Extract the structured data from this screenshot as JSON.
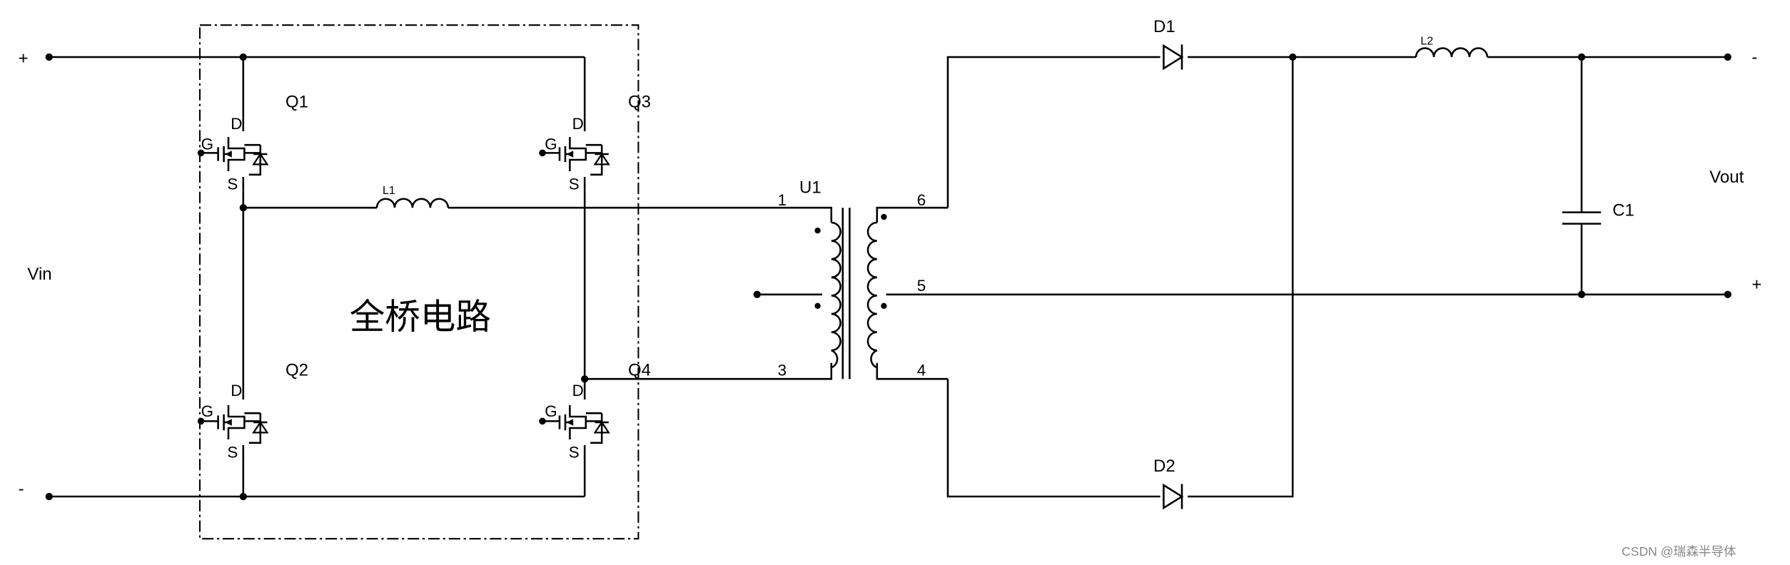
{
  "diagram_title": "全桥电路",
  "input": {
    "label": "Vin",
    "plus": "+",
    "minus": "-"
  },
  "output": {
    "label": "Vout",
    "top": "-",
    "bottom": "+"
  },
  "switches": [
    {
      "ref": "Q1",
      "d": "D",
      "g": "G",
      "s": "S"
    },
    {
      "ref": "Q2",
      "d": "D",
      "g": "G",
      "s": "S"
    },
    {
      "ref": "Q3",
      "d": "D",
      "g": "G",
      "s": "S"
    },
    {
      "ref": "Q4",
      "d": "D",
      "g": "G",
      "s": "S"
    }
  ],
  "inductors": {
    "l1": "L1",
    "l2": "L2"
  },
  "transformer": {
    "ref": "U1",
    "pins": [
      "1",
      "3",
      "6",
      "5",
      "4"
    ]
  },
  "diodes": {
    "d1": "D1",
    "d2": "D2"
  },
  "capacitor": {
    "ref": "C1"
  },
  "watermark": "CSDN @瑞森半导体"
}
